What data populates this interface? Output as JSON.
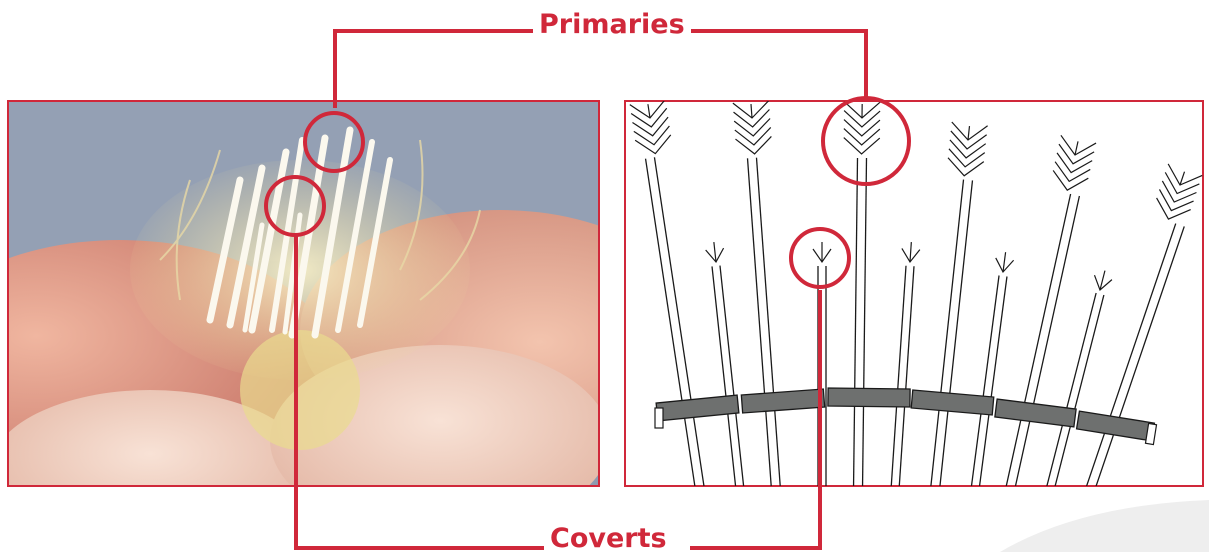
{
  "labels": {
    "primaries": "Primaries",
    "coverts": "Coverts"
  },
  "colors": {
    "accent": "#d0283a",
    "band": "#6e706f",
    "ink": "#1a1a1a",
    "background": "#ffffff",
    "photo_sky": "#8c9aae",
    "photo_skin": "#dd9a82",
    "photo_fluff": "#efe3b4"
  },
  "panels": [
    {
      "name": "photo",
      "content": "close-up photograph of chick wing feathers between fingertips"
    },
    {
      "name": "drawing",
      "content": "line drawing of primary and covert feather shafts with wing band"
    }
  ]
}
